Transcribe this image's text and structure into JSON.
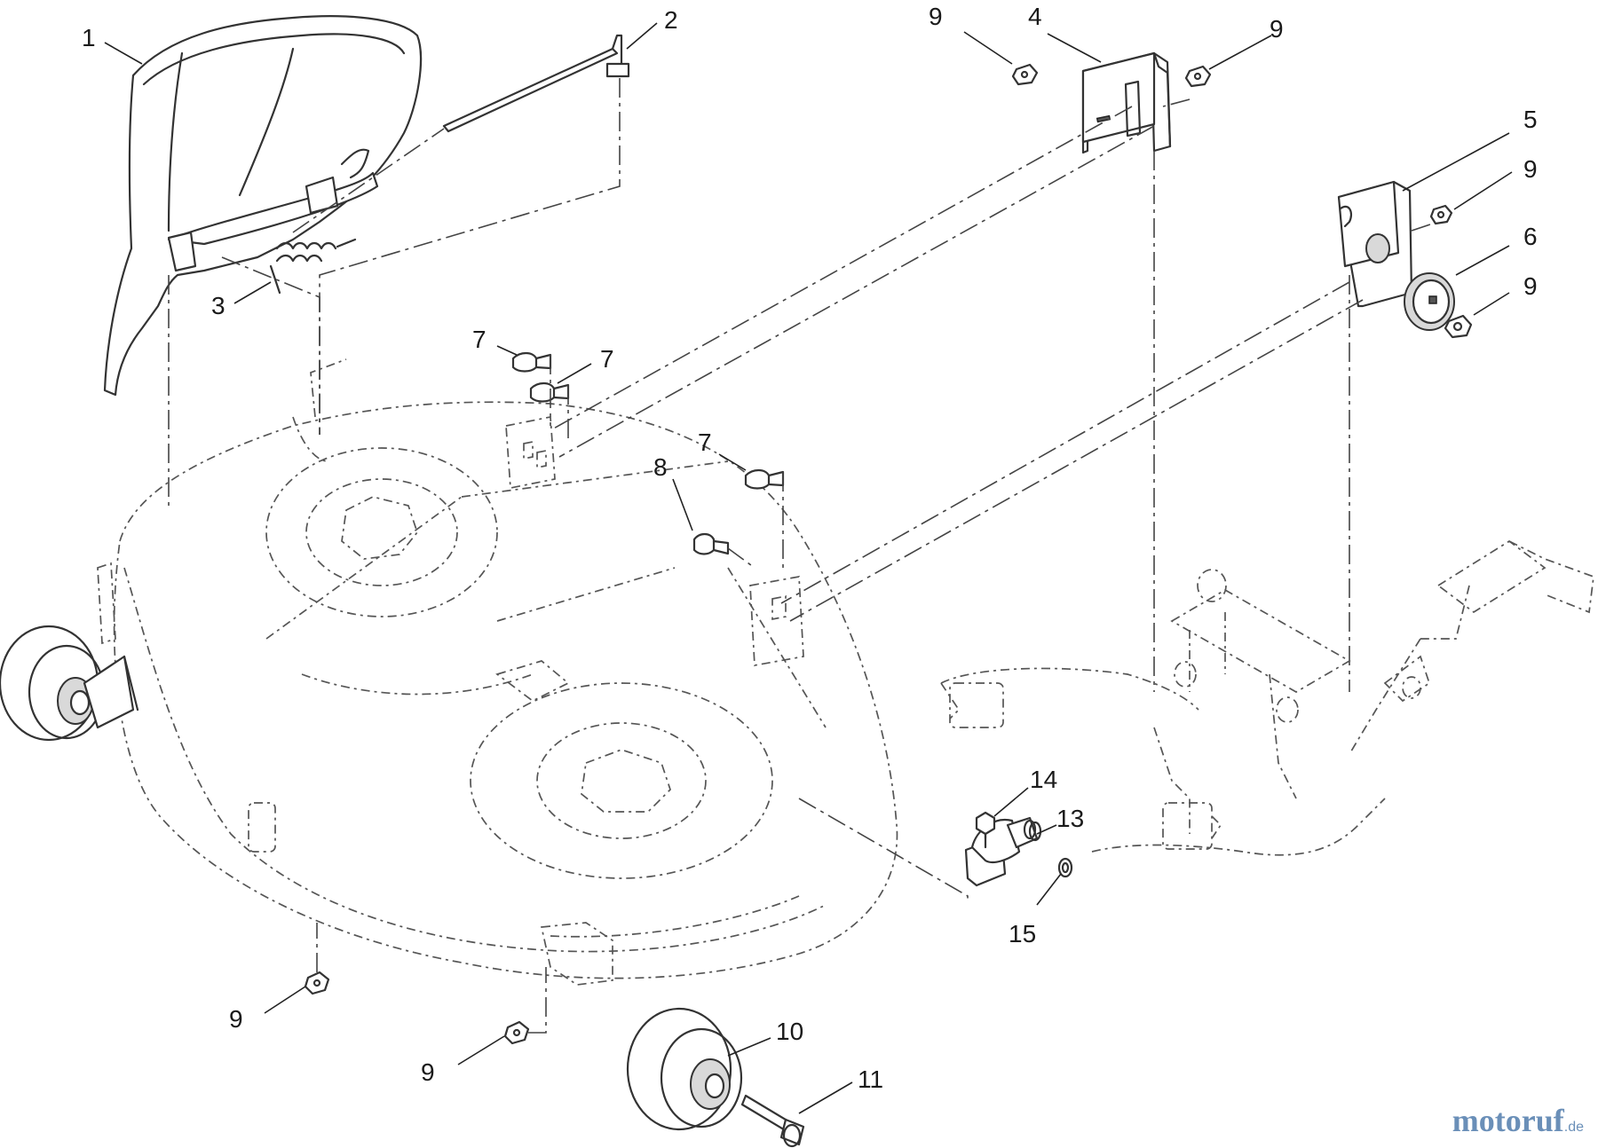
{
  "callouts": {
    "c1": "1",
    "c2": "2",
    "c3": "3",
    "c4": "4",
    "c5": "5",
    "c6": "6",
    "c7a": "7",
    "c7b": "7",
    "c7c": "7",
    "c8": "8",
    "c9a": "9",
    "c9b": "9",
    "c9c": "9",
    "c9d": "9",
    "c9e": "9",
    "c9f": "9",
    "c10": "10",
    "c11": "11",
    "c13": "13",
    "c14": "14",
    "c15": "15"
  },
  "watermark": {
    "main": "motoruf",
    "tld": ".de",
    "color": "#6a8fb8"
  }
}
